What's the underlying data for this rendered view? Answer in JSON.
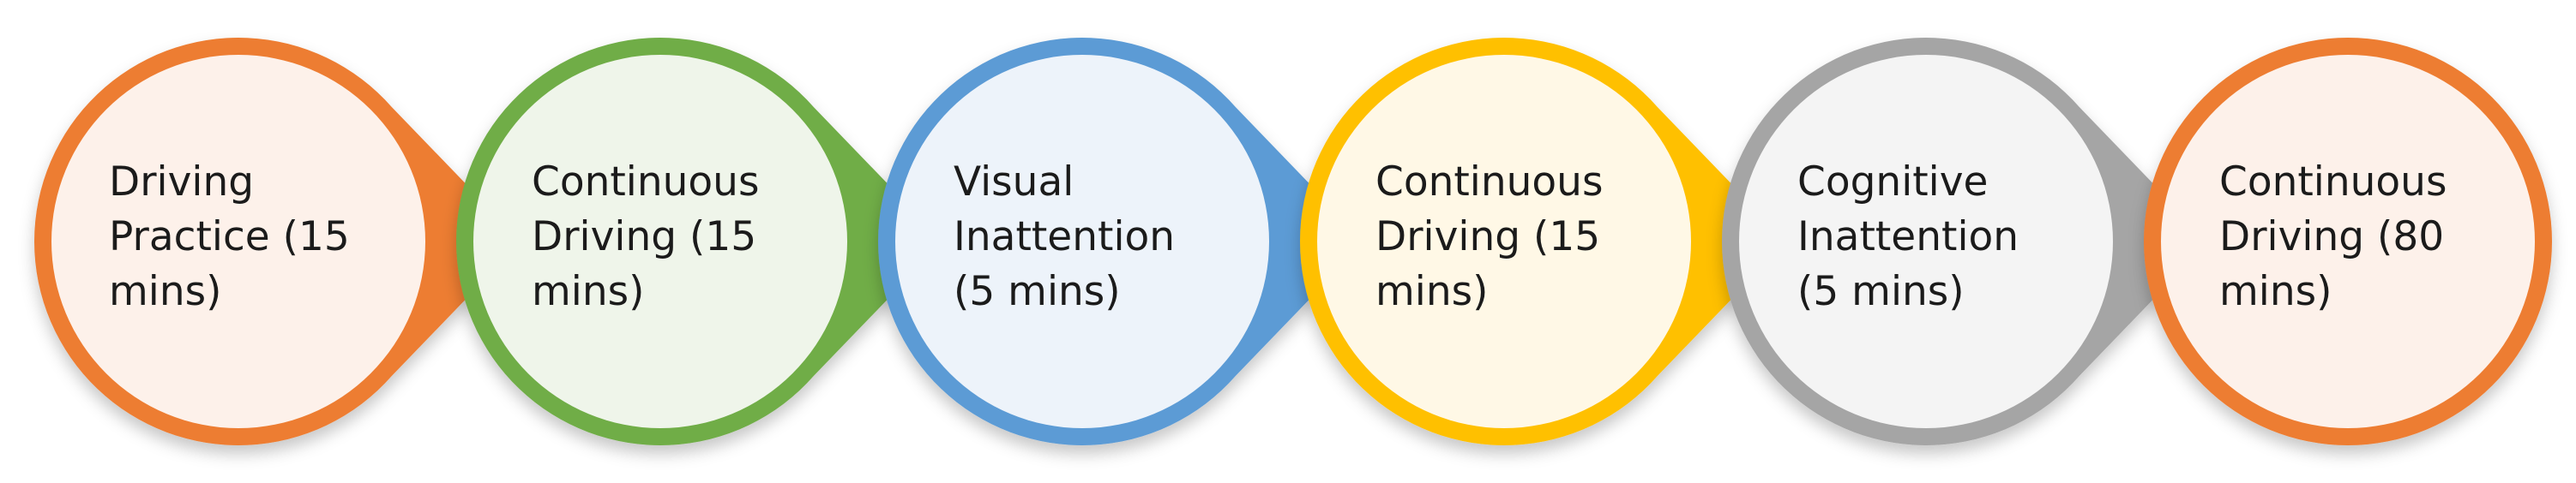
{
  "steps": [
    {
      "label": "Driving Practice (15 mins)",
      "color": "#ED7D31",
      "fill": "#FDF1EA"
    },
    {
      "label": "Continuous Driving (15 mins)",
      "color": "#70AD47",
      "fill": "#EFF5EA"
    },
    {
      "label": "Visual Inattention (5 mins)",
      "color": "#5B9BD5",
      "fill": "#EDF3FA"
    },
    {
      "label": "Continuous Driving (15 mins)",
      "color": "#FFC000",
      "fill": "#FFF8E6"
    },
    {
      "label": "Cognitive Inattention (5 mins)",
      "color": "#A5A5A5",
      "fill": "#F4F4F4"
    },
    {
      "label": "Continuous Driving (80 mins)",
      "color": "#ED7D31",
      "fill": "#FDF1EA"
    }
  ]
}
